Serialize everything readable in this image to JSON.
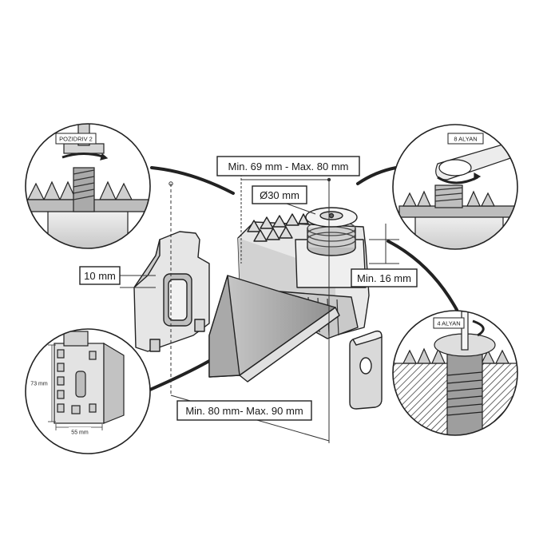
{
  "dimensions": {
    "height_range": "Min. 69 mm - Max. 80 mm",
    "diameter": "Ø30 mm",
    "thickness": "10 mm",
    "top_offset": "Min. 16 mm",
    "width_range": "Min. 80 mm- Max. 90 mm"
  },
  "detail_views": {
    "top_left": {
      "tool": "POZIDRIV 2"
    },
    "top_right": {
      "tool": "8 ALYAN"
    },
    "bottom_right": {
      "tool": "4 ALYAN"
    },
    "bottom_left": {
      "height": "73 mm",
      "width": "55 mm"
    }
  }
}
